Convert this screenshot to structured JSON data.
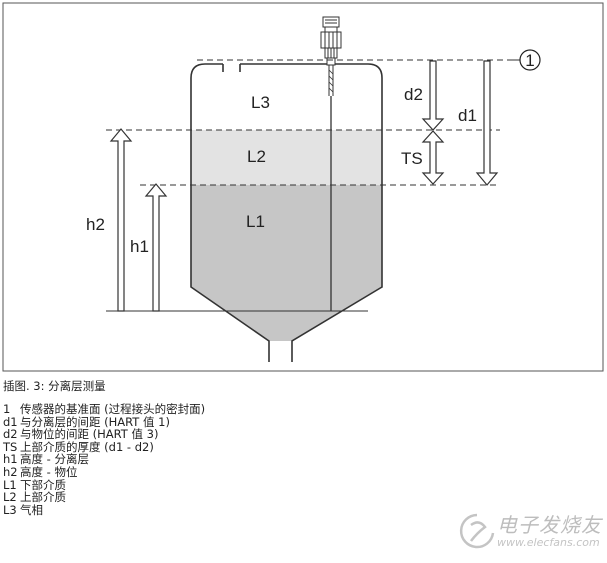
{
  "diagram": {
    "labels": {
      "marker_1": "1",
      "d1": "d1",
      "d2": "d2",
      "ts": "TS",
      "h1": "h1",
      "h2": "h2",
      "l1": "L1",
      "l2": "L2",
      "l3": "L3"
    },
    "colors": {
      "frame": "#555555",
      "tank_outline": "#333333",
      "layer_l1": "#c6c6c6",
      "layer_l2": "#e3e3e3",
      "layer_l3": "#ffffff",
      "arrows": "#333333"
    },
    "icons": [
      "radar-sensor-icon",
      "arrow-icon"
    ]
  },
  "caption": {
    "title": "插图. 3: 分离层测量",
    "legend": [
      {
        "key": "1",
        "text": "传感器的基准面 (过程接头的密封面)"
      },
      {
        "key": "d1",
        "text": "与分离层的间距 (HART 值 1)"
      },
      {
        "key": "d2",
        "text": "与物位的间距 (HART 值 3)"
      },
      {
        "key": "TS",
        "text": "上部介质的厚度 (d1 - d2)"
      },
      {
        "key": "h1",
        "text": "高度 - 分离层"
      },
      {
        "key": "h2",
        "text": "高度 - 物位"
      },
      {
        "key": "L1",
        "text": "下部介质"
      },
      {
        "key": "L2",
        "text": "上部介质"
      },
      {
        "key": "L3",
        "text": "气相"
      }
    ]
  },
  "watermark": {
    "text": "电子发烧友",
    "url": "www.elecfans.com"
  }
}
